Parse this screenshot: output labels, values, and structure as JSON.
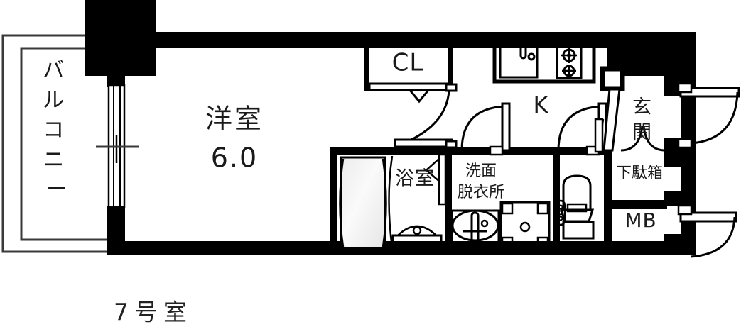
{
  "plan": {
    "unit_label": "7号室",
    "rooms": [
      {
        "id": "balcony",
        "name": "balcony",
        "label": "バルコニー",
        "orientation": "vertical"
      },
      {
        "id": "western",
        "name": "western-room",
        "label": "洋室",
        "area": "6.0"
      },
      {
        "id": "closet",
        "name": "closet",
        "label": "CL"
      },
      {
        "id": "kitchen",
        "name": "kitchen",
        "label": "K"
      },
      {
        "id": "bath",
        "name": "bathroom",
        "label": "浴室"
      },
      {
        "id": "washroom",
        "name": "washroom",
        "label_line1": "洗面",
        "label_line2": "脱衣所"
      },
      {
        "id": "entrance",
        "name": "entrance",
        "label": "玄関"
      },
      {
        "id": "shoebox",
        "name": "shoe-cabinet",
        "label": "下駄箱"
      },
      {
        "id": "meterbox",
        "name": "meter-box",
        "label": "MB"
      }
    ],
    "fixtures": [
      {
        "name": "kitchen-sink"
      },
      {
        "name": "gas-stove"
      },
      {
        "name": "bathtub"
      },
      {
        "name": "bathroom-sink"
      },
      {
        "name": "wash-basin"
      },
      {
        "name": "washing-machine-pan"
      },
      {
        "name": "toilet"
      },
      {
        "name": "balcony-sliding-door"
      },
      {
        "name": "entrance-door"
      },
      {
        "name": "meter-box-door"
      }
    ],
    "colors": {
      "wall": "#000000",
      "thin_wall": "#3a3a3a",
      "background": "#ffffff",
      "text": "#1a1a1a",
      "tub_fill": "#f2f2f2"
    }
  }
}
